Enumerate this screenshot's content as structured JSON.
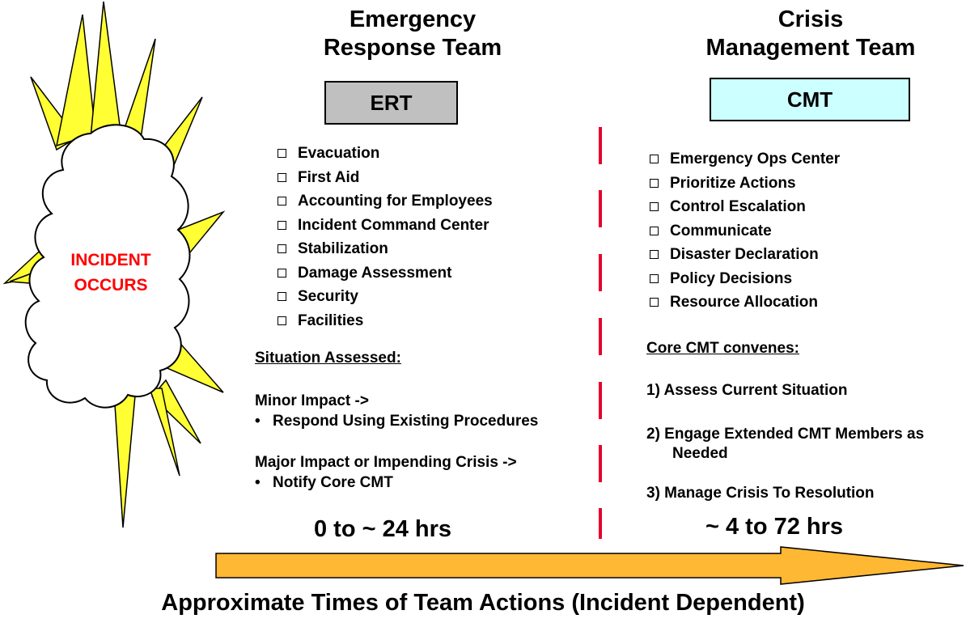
{
  "incident": {
    "line1": "INCIDENT",
    "line2": "OCCURS"
  },
  "ert": {
    "title_line1": "Emergency",
    "title_line2": "Response Team",
    "acronym": "ERT",
    "box_color": "#c0c0c0",
    "items": [
      "Evacuation",
      "First Aid",
      "Accounting for Employees",
      "Incident Command Center",
      "Stabilization",
      "Damage Assessment",
      "Security",
      "Facilities"
    ],
    "assessed_heading": "Situation Assessed:",
    "minor_label": "Minor Impact ->",
    "minor_bullet": "Respond Using Existing Procedures",
    "major_label": "Major Impact or Impending Crisis ->",
    "major_bullet": "Notify Core CMT",
    "time_range": "0 to ~ 24 hrs"
  },
  "cmt": {
    "title_line1": "Crisis",
    "title_line2": "Management Team",
    "acronym": "CMT",
    "box_color": "#ccffff",
    "items": [
      "Emergency Ops Center",
      "Prioritize Actions",
      "Control Escalation",
      "Communicate",
      "Disaster Declaration",
      "Policy Decisions",
      "Resource Allocation"
    ],
    "convenes_heading": "Core CMT convenes:",
    "step1": "1)  Assess Current Situation",
    "step2_line1": "2)  Engage Extended CMT Members as",
    "step2_line2": "Needed",
    "step3": "3)  Manage Crisis To Resolution",
    "time_range": "~ 4 to 72 hrs"
  },
  "footer": {
    "caption": "Approximate Times of Team Actions (Incident Dependent)"
  },
  "colors": {
    "arrow_fill": "#ffb833",
    "divider": "#e8002d",
    "incident_text": "#ff0000",
    "burst_spikes": "#ffff33"
  }
}
